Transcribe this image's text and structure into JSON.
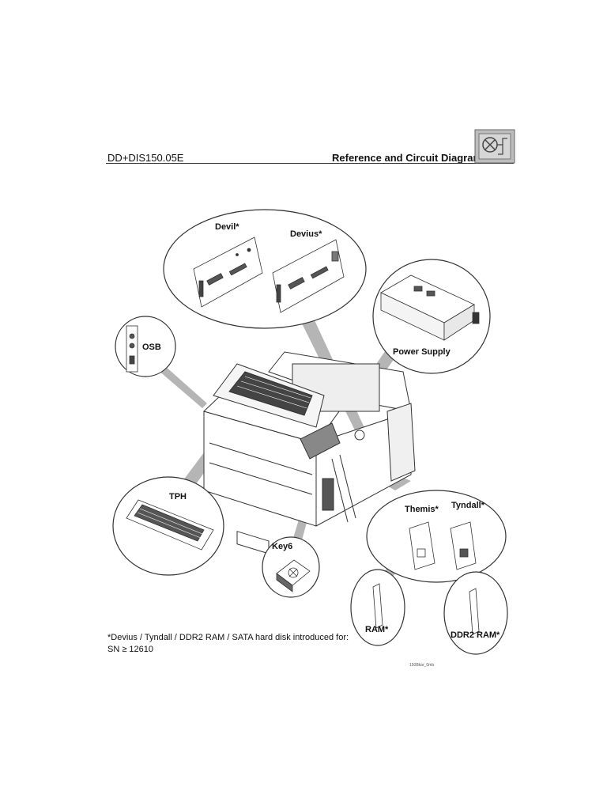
{
  "header": {
    "doc_code": "DD+DIS150.05E",
    "section_title": "Reference and Circuit Diagrams"
  },
  "callouts": {
    "devil": "Devil*",
    "devius": "Devius*",
    "power_supply": "Power Supply",
    "osb": "OSB",
    "tph": "TPH",
    "key6": "Key6",
    "themis": "Themis*",
    "tyndall": "Tyndall*",
    "ram": "RAM*",
    "ddr2_ram": "DDR2 RAM*"
  },
  "footnote": {
    "line1": "*Devius / Tyndall / DDR2 RAM / SATA hard disk introduced for:",
    "line2": "SN ≥ 12610"
  },
  "figure_id": "150Bkar_0mb"
}
